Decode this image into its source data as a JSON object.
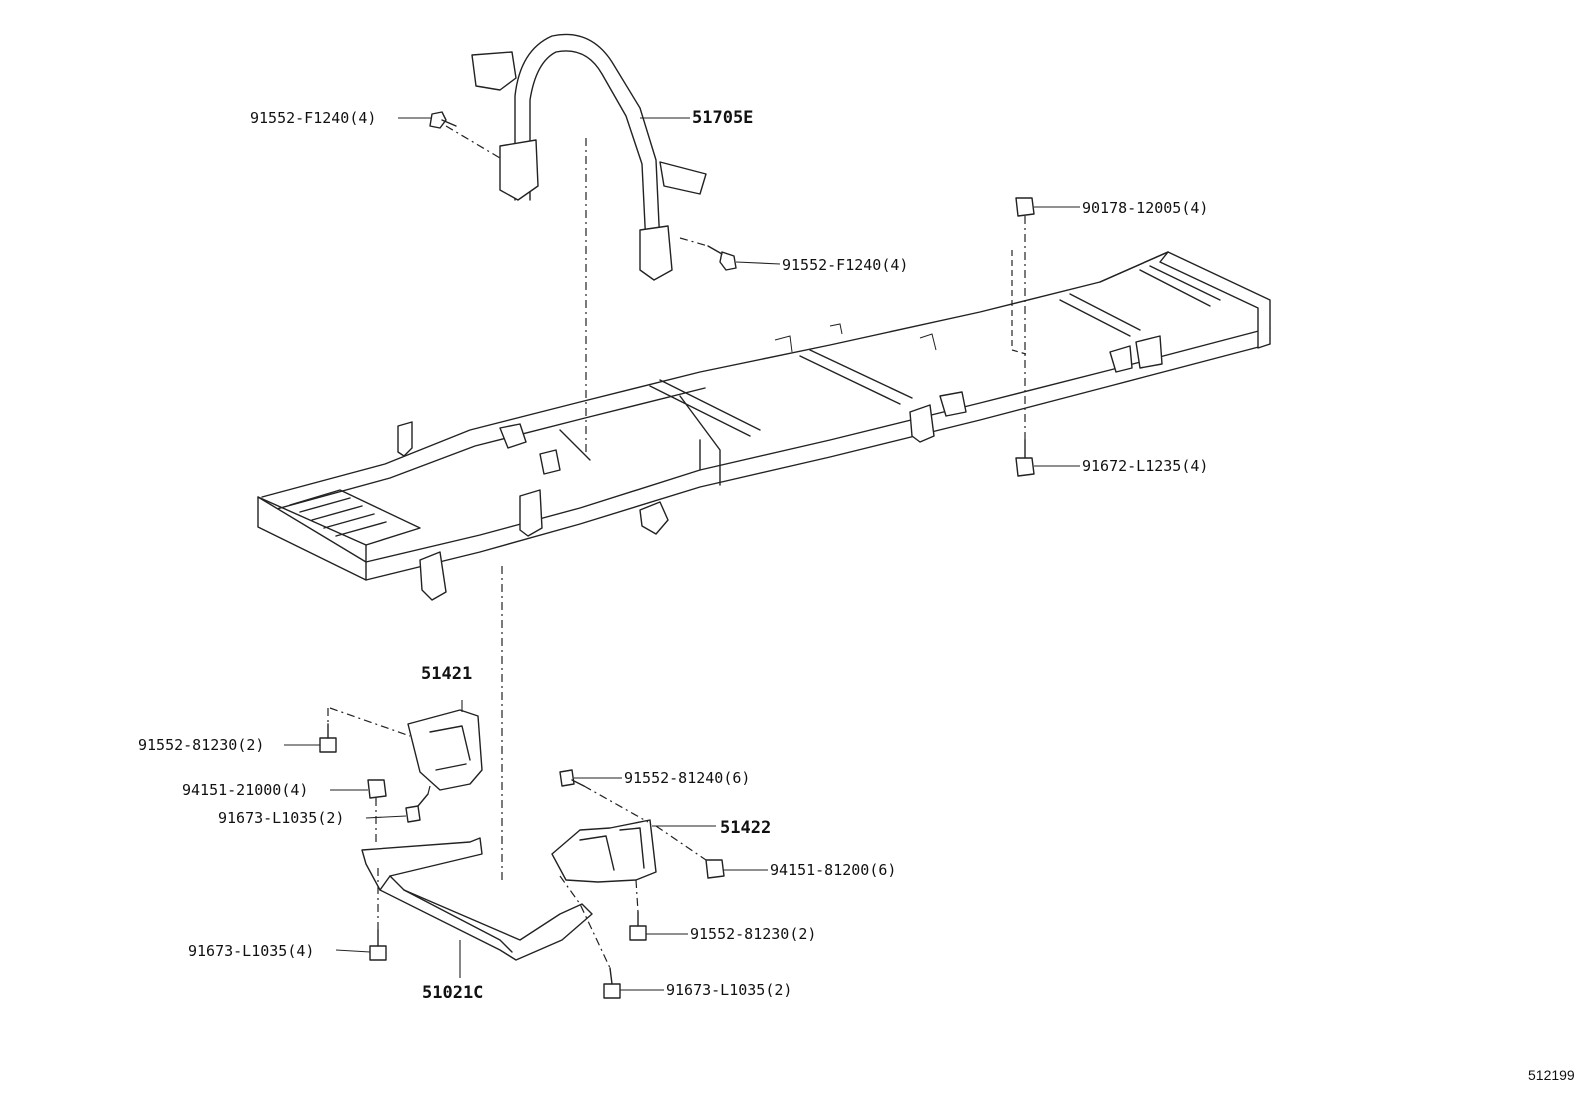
{
  "diagram": {
    "reference_code": "512199",
    "parts": [
      {
        "id": "51705E",
        "label": "51705E"
      },
      {
        "id": "51421",
        "label": "51421"
      },
      {
        "id": "51422",
        "label": "51422"
      },
      {
        "id": "51021C",
        "label": "51021C"
      }
    ],
    "fasteners": [
      {
        "label": "91552-F1240(4)"
      },
      {
        "label": "91552-F1240(4)"
      },
      {
        "label": "90178-12005(4)"
      },
      {
        "label": "91672-L1235(4)"
      },
      {
        "label": "91552-81230(2)"
      },
      {
        "label": "94151-21000(4)"
      },
      {
        "label": "91673-L1035(2)"
      },
      {
        "label": "91552-81240(6)"
      },
      {
        "label": "94151-81200(6)"
      },
      {
        "label": "91552-81230(2)"
      },
      {
        "label": "91673-L1035(4)"
      },
      {
        "label": "91673-L1035(2)"
      }
    ]
  }
}
